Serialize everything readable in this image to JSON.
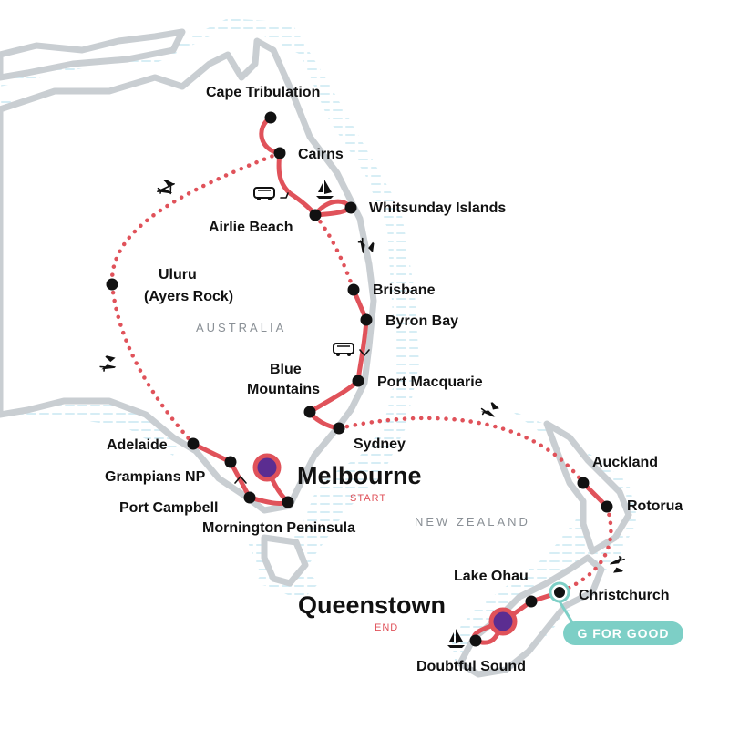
{
  "map": {
    "regions": [
      {
        "id": "australia",
        "label": "AUSTRALIA"
      },
      {
        "id": "new-zealand",
        "label": "NEW ZEALAND"
      }
    ],
    "stops": [
      {
        "id": "cape-tribulation",
        "label": "Cape Tribulation"
      },
      {
        "id": "cairns",
        "label": "Cairns"
      },
      {
        "id": "whitsunday-islands",
        "label": "Whitsunday Islands"
      },
      {
        "id": "airlie-beach",
        "label": "Airlie Beach"
      },
      {
        "id": "uluru",
        "label": "Uluru",
        "sub": "(Ayers Rock)"
      },
      {
        "id": "brisbane",
        "label": "Brisbane"
      },
      {
        "id": "byron-bay",
        "label": "Byron Bay"
      },
      {
        "id": "blue-mountains",
        "label": "Blue",
        "sub": "Mountains"
      },
      {
        "id": "port-macquarie",
        "label": "Port Macquarie"
      },
      {
        "id": "sydney",
        "label": "Sydney"
      },
      {
        "id": "adelaide",
        "label": "Adelaide"
      },
      {
        "id": "grampians",
        "label": "Grampians NP"
      },
      {
        "id": "port-campbell",
        "label": "Port Campbell"
      },
      {
        "id": "mornington",
        "label": "Mornington Peninsula"
      },
      {
        "id": "auckland",
        "label": "Auckland"
      },
      {
        "id": "rotorua",
        "label": "Rotorua"
      },
      {
        "id": "lake-ohau",
        "label": "Lake Ohau"
      },
      {
        "id": "christchurch",
        "label": "Christchurch"
      },
      {
        "id": "doubtful-sound",
        "label": "Doubtful Sound"
      }
    ],
    "start": {
      "city": "Melbourne",
      "tag": "START"
    },
    "end": {
      "city": "Queenstown",
      "tag": "END"
    },
    "badge": {
      "label": "G FOR GOOD",
      "color": "#7dcfc6"
    },
    "colors": {
      "route": "#e0525a",
      "stop": "#111111",
      "endpoint": "#5b2d91",
      "land_outline": "#c9ced2",
      "water_hatch": "#d2ecf4"
    },
    "icons": [
      "plane-icon",
      "bus-icon",
      "sailboat-icon"
    ]
  }
}
